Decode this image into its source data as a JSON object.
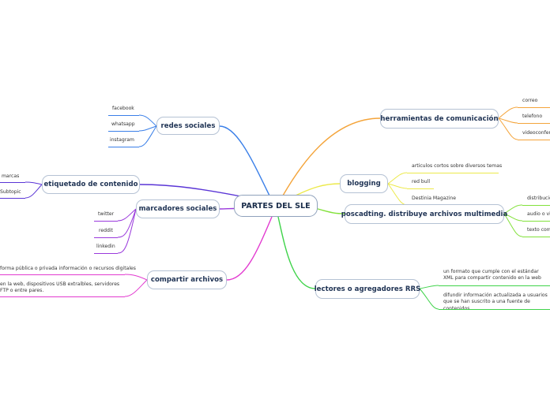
{
  "central": {
    "label": "PARTES DEL SLE"
  },
  "branches": [
    {
      "id": "herramientas",
      "label": "herramientas de comunicación",
      "color": "#f4a43a",
      "leaves": [
        "correo",
        "telefono",
        "videoconferencia"
      ]
    },
    {
      "id": "blogging",
      "label": "blogging",
      "color": "#ece94a",
      "leaves": [
        "articulos cortos sobre diversos temas",
        "red bull",
        "Destinia Magazine"
      ]
    },
    {
      "id": "podcasting",
      "label": "poscadting. distribuye archivos multimedia",
      "color": "#82e13a",
      "leaves": [
        "distribución",
        "audio o video",
        "texto como"
      ]
    },
    {
      "id": "lectores",
      "label": "lectores o agregadores RRS",
      "color": "#3fd34a",
      "leaves": [
        "un formato que cumple con el estándar XML para compartir contenido en la web",
        "difundir información actualizada a usuarios que se han suscrito a una fuente de contenidos"
      ]
    },
    {
      "id": "redes",
      "label": "redes sociales",
      "color": "#3a7fe8",
      "leaves": [
        "facebook",
        "whatsapp",
        "instagram"
      ]
    },
    {
      "id": "etiquetado",
      "label": "etiquetado de contenido",
      "color": "#5a35d6",
      "leaves": [
        "marcas",
        "Subtopic"
      ]
    },
    {
      "id": "marcadores",
      "label": "marcadores sociales",
      "color": "#9a39dc",
      "leaves": [
        "twitter",
        "reddit",
        "linkedin"
      ]
    },
    {
      "id": "compartir",
      "label": "compartir archivos",
      "color": "#e23ad0",
      "leaves": [
        "forma pública o privada información o recursos digitales",
        "en la web, dispositivos USB extraíbles, servidores FTP o entre pares."
      ]
    }
  ]
}
